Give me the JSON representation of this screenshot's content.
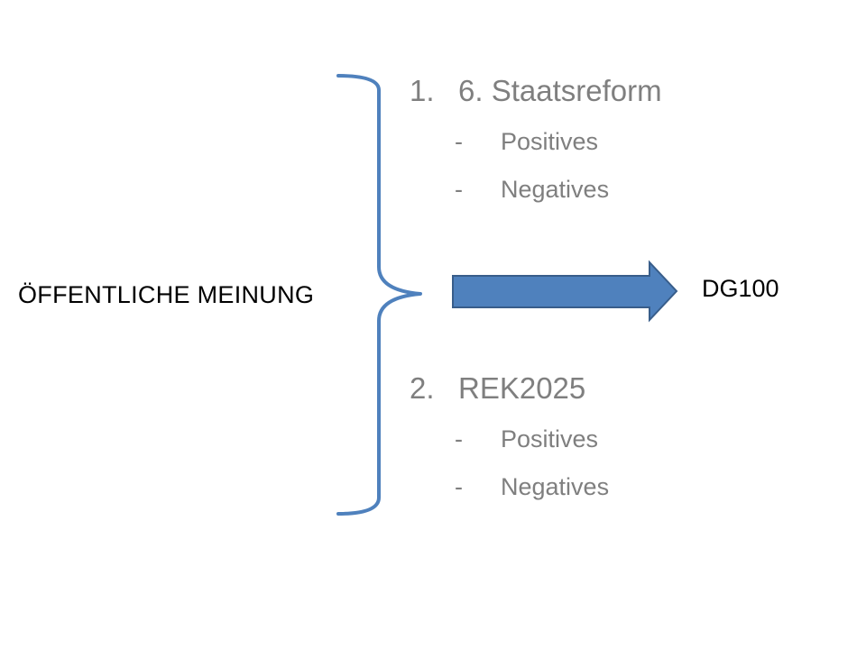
{
  "left_label": "ÖFFENTLICHE MEINUNG",
  "arrow_target": "DG100",
  "items": [
    {
      "number": "1.",
      "title": "6. Staatsreform",
      "subs": [
        {
          "dash": "-",
          "label": "Positives"
        },
        {
          "dash": "-",
          "label": "Negatives"
        }
      ]
    },
    {
      "number": "2.",
      "title": "REK2025",
      "subs": [
        {
          "dash": "-",
          "label": "Positives"
        },
        {
          "dash": "-",
          "label": "Negatives"
        }
      ]
    }
  ],
  "colors": {
    "brace": "#4f81bd",
    "arrow_fill": "#4f81bd",
    "arrow_stroke": "#385d8a",
    "list_text": "#7f7f7f",
    "label_text": "#000000"
  }
}
